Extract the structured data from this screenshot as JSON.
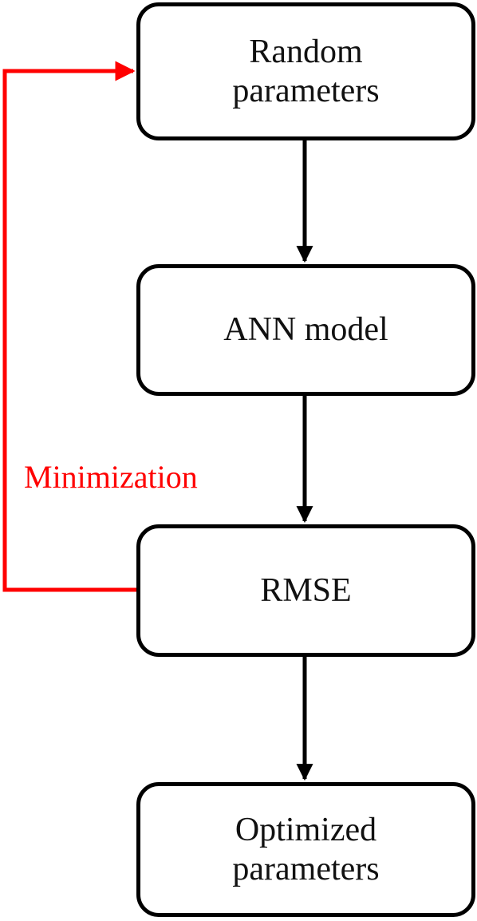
{
  "nodes": {
    "random_parameters": {
      "lines": [
        "Random",
        "parameters"
      ]
    },
    "ann_model": {
      "lines": [
        "ANN model"
      ]
    },
    "rmse": {
      "lines": [
        "RMSE"
      ]
    },
    "optimized_parameters": {
      "lines": [
        "Optimized",
        "parameters"
      ]
    }
  },
  "loop": {
    "label": "Minimization",
    "color": "#ff0000"
  },
  "colors": {
    "box_border": "#000000",
    "arrow": "#000000",
    "text": "#111111",
    "loop": "#ff0000",
    "background": "#ffffff"
  }
}
